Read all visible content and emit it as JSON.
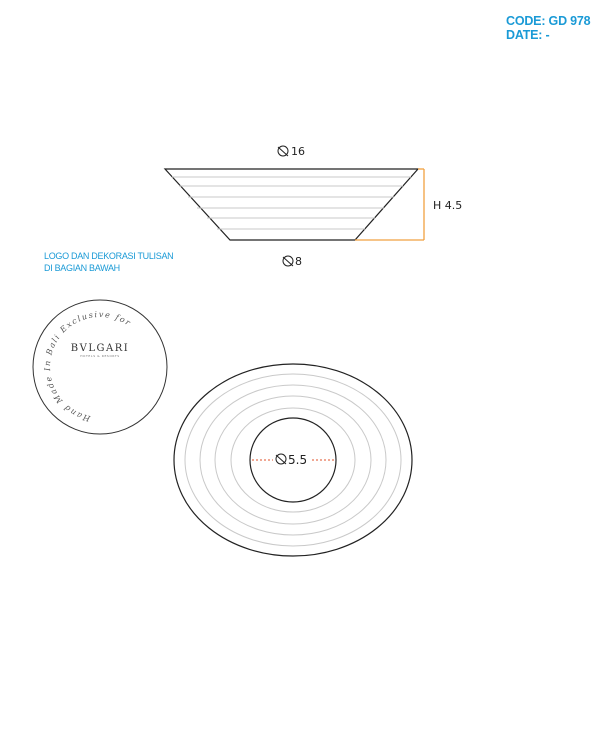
{
  "spec": {
    "code": "CODE: GD 978",
    "date": "DATE: -"
  },
  "note": {
    "line1": "LOGO DAN DEKORASI TULISAN",
    "line2": "DI BAGIAN BAWAH"
  },
  "dimensions": {
    "top_diameter": "16",
    "bottom_diameter": "8",
    "height": "H 4.5",
    "foot_diameter": "5.5"
  },
  "logo": {
    "brand": "BVLGARI",
    "brand_sub": "HOTELS & RESORTS",
    "arc_text": "Hand Made In Bali Exclusive for"
  },
  "colors": {
    "accent": "#1a9ad6",
    "dimension_line": "#f0a040",
    "dashed_dimension": "#e0522a",
    "outline": "#222222"
  }
}
